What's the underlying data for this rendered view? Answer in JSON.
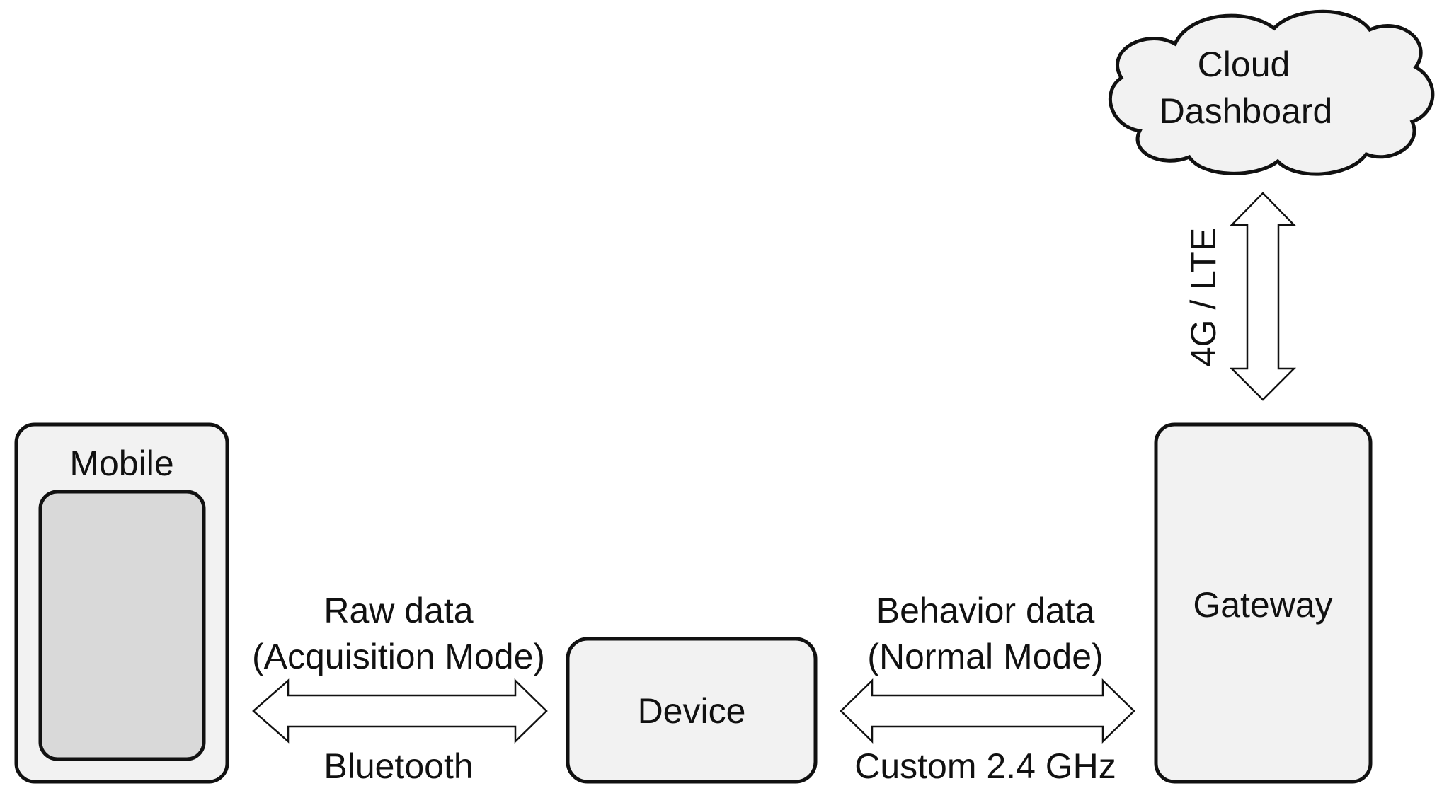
{
  "nodes": {
    "mobile": {
      "label": "Mobile",
      "fill": "#f2f2f2",
      "screen_fill": "#d9d9d9"
    },
    "device": {
      "label": "Device",
      "fill": "#f2f2f2"
    },
    "gateway": {
      "label": "Gateway",
      "fill": "#f2f2f2"
    },
    "cloud": {
      "line1": "Cloud",
      "line2": "Dashboard",
      "fill": "#f2f2f2"
    }
  },
  "links": {
    "mobile_device": {
      "top_line1": "Raw data",
      "top_line2": "(Acquisition Mode)",
      "bottom": "Bluetooth"
    },
    "device_gateway": {
      "top_line1": "Behavior data",
      "top_line2": "(Normal Mode)",
      "bottom": "Custom 2.4 GHz"
    },
    "gateway_cloud": {
      "label": "4G / LTE"
    }
  },
  "colors": {
    "stroke": "#111111",
    "background": "#ffffff"
  }
}
